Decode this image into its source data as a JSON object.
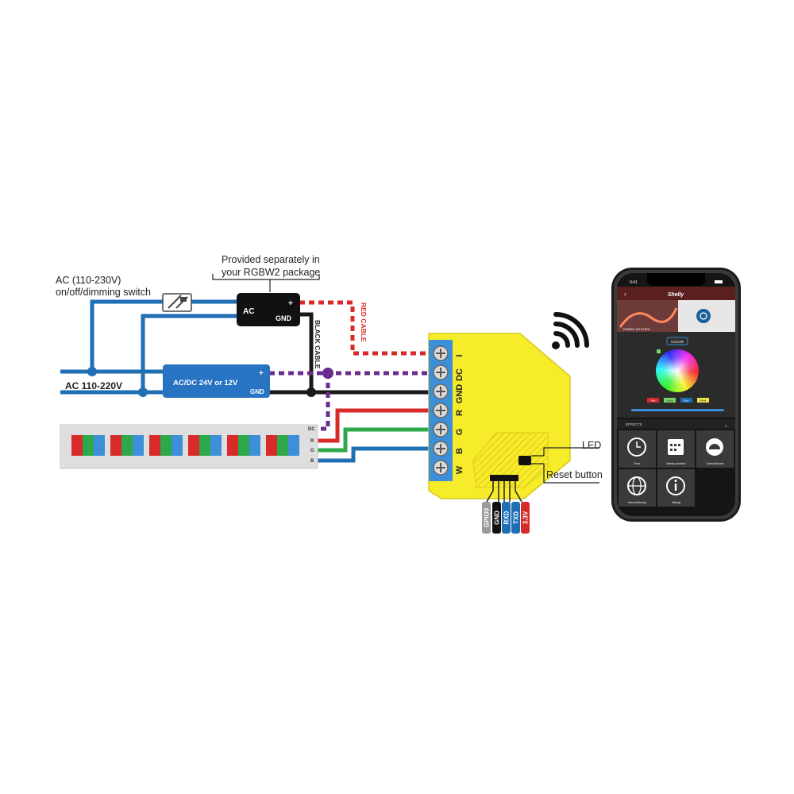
{
  "labels": {
    "ac_switch_line1": "AC (110-230V)",
    "ac_switch_line2": "on/off/dimming switch",
    "provided_line1": "Provided separately in",
    "provided_line2": "your RGBW2 package",
    "ac_mains": "AC 110-220V",
    "psu_label": "AC/DC 24V or 12V",
    "psu_plus": "+",
    "psu_gnd": "GND",
    "small_ac": "AC",
    "small_plus": "+",
    "small_gnd": "GND",
    "red_cable": "RED CABLE",
    "black_cable": "BLACK CABLE",
    "led": "LED",
    "reset_button": "Reset button"
  },
  "strip": {
    "pins": [
      "DC",
      "R",
      "G",
      "B"
    ]
  },
  "terminals": [
    "I",
    "DC",
    "GND",
    "R",
    "G",
    "B",
    "W"
  ],
  "gpio": [
    "GPIO0",
    "GND",
    "RXD",
    "TXD",
    "3.3V"
  ],
  "phone": {
    "time": "9:41",
    "brand": "Shelly",
    "device_name": "RGBW2 KITCHEN",
    "color_button": "COLOR",
    "chips": [
      "Red",
      "Green",
      "Blue",
      "White"
    ],
    "effects": "EFFECTS",
    "tiles": [
      "Timer",
      "Weekly schedule",
      "Sunrise/Sunset",
      "Internet/Security",
      "Settings"
    ]
  },
  "colors": {
    "wire_blue": "#1f6fb5",
    "wire_black": "#1a1a1a",
    "wire_red": "#d92a2a",
    "wire_green": "#2da84a",
    "wire_purple": "#6a2b91",
    "device_yellow": "#f6ec2a",
    "terminal_blue": "#3c8fd8",
    "psu_blue": "#2873c2"
  }
}
